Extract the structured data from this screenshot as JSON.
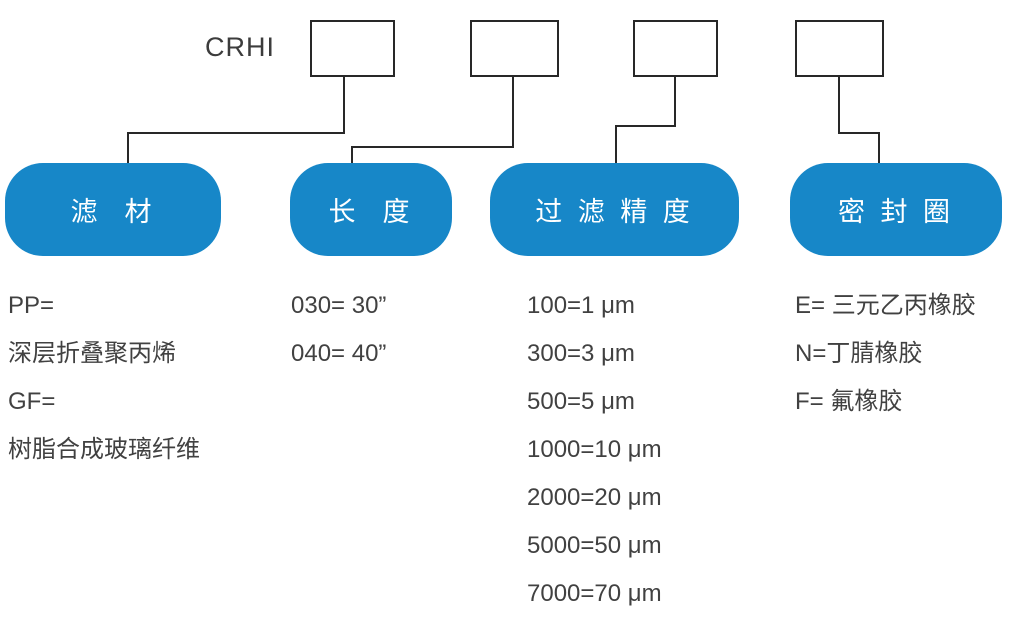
{
  "diagram": {
    "code_prefix": "CRHI",
    "colors": {
      "pill_bg": "#1787C8",
      "pill_text": "#FFFFFF",
      "line_color": "#282828",
      "text_color": "#414141"
    },
    "columns": [
      {
        "label": "滤  材",
        "items": [
          "PP=",
          "深层折叠聚丙烯",
          "GF=",
          "树脂合成玻璃纤维"
        ]
      },
      {
        "label": "长  度",
        "items": [
          "030= 30”",
          "040= 40”"
        ]
      },
      {
        "label": "过 滤 精 度",
        "items": [
          "100=1 μm",
          "300=3 μm",
          "500=5 μm",
          "1000=10 μm",
          "2000=20 μm",
          "5000=50 μm",
          "7000=70 μm"
        ]
      },
      {
        "label": "密 封 圈",
        "items": [
          "E= 三元乙丙橡胶",
          "N=丁腈橡胶",
          "F= 氟橡胶"
        ]
      }
    ]
  }
}
